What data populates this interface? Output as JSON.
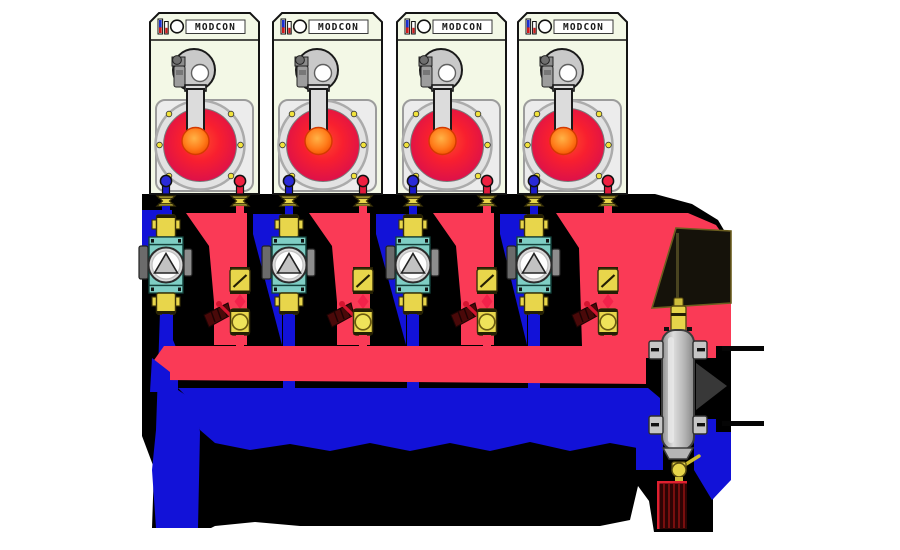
{
  "diagram": {
    "kind": "multi-boiler-hydronic-piping-diagram",
    "boilers": [
      {
        "label": "MODCON"
      },
      {
        "label": "MODCON"
      },
      {
        "label": "MODCON"
      },
      {
        "label": "MODCON"
      }
    ],
    "colors": {
      "supply_pipe_red": "#fa3a56",
      "return_pipe_blue": "#1212d8",
      "brass_fitting_yellow": "#e8d64b",
      "pump_flange_teal": "#7fcec4",
      "cabinet_panel": "#f3f8e6",
      "flame_orange": "#ff7c1a",
      "chamber_red_center": "#ff2a2a",
      "chamber_red_edge": "#d80f4e",
      "separator_gray": "#bdbdbd",
      "background_shadow": "#000000",
      "drain_hose_maroon": "#2e0404",
      "page_background": "#ffffff"
    }
  }
}
